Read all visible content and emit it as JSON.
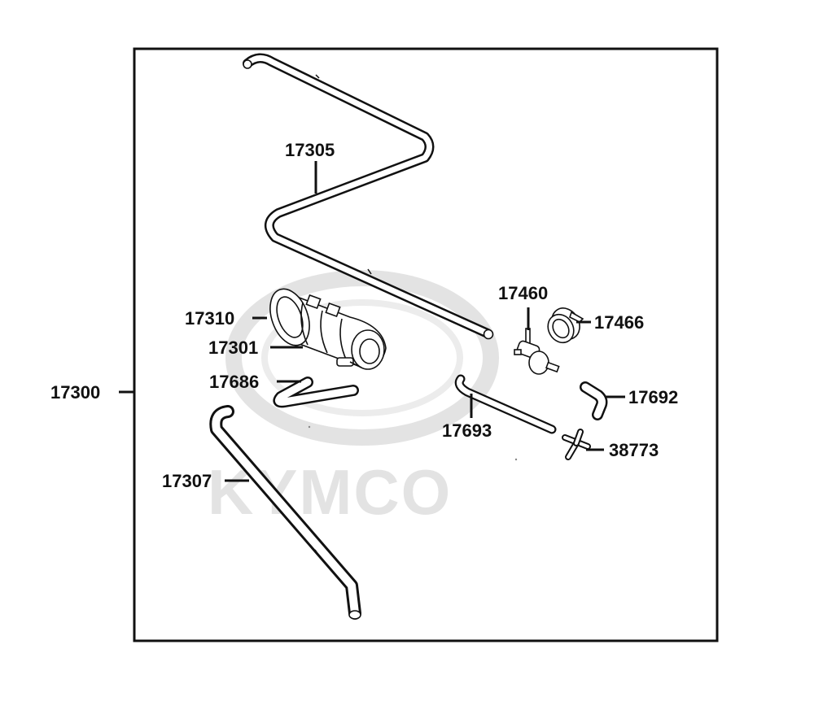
{
  "watermark": {
    "brand": "KYMCO",
    "color": "#e3e3e3"
  },
  "labels": {
    "kit": "17300",
    "vapor_hose_long": "17305",
    "canister_bracket": "17310",
    "canister": "17301",
    "hose_short": "17686",
    "hose_drain": "17307",
    "valve": "17460",
    "clip": "17466",
    "hose_elbow": "17692",
    "hose_straight": "17693",
    "tee_joint": "38773"
  },
  "icons": {
    "canister": "charcoal-canister-icon",
    "valve": "purge-valve-icon",
    "clip": "hose-clip-icon",
    "tee": "tee-joint-icon"
  },
  "colors": {
    "line": "#111111",
    "background": "#ffffff"
  }
}
